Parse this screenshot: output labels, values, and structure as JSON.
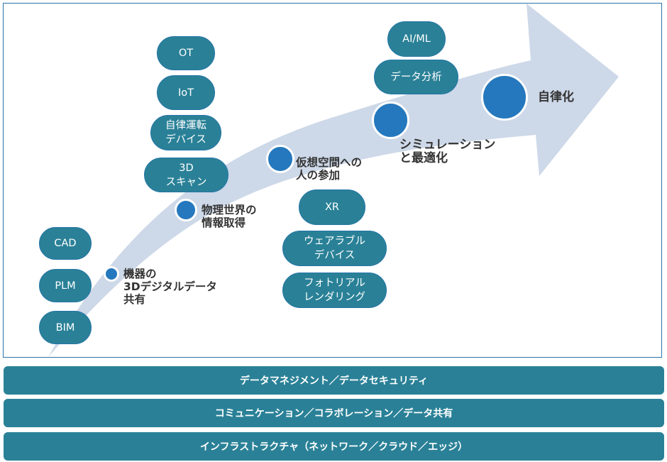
{
  "diagram": {
    "stages": [
      {
        "id": "stage1",
        "label": "機器の\n3Dデジタルデータ\n共有"
      },
      {
        "id": "stage2",
        "label": "物理世界の\n情報取得"
      },
      {
        "id": "stage3",
        "label": "仮想空間への\n人の参加"
      },
      {
        "id": "stage4",
        "label": "シミュレーション\nと最適化"
      },
      {
        "id": "stage5",
        "label": "自律化"
      }
    ],
    "technologies": {
      "group1": [
        "CAD",
        "PLM",
        "BIM"
      ],
      "group2": [
        "OT",
        "IoT",
        "自律運転\nデバイス",
        "3D\nスキャン"
      ],
      "group3": [
        "XR",
        "ウェアラブル\nデバイス",
        "フォトリアル\nレンダリング"
      ],
      "group4": [
        "AI/ML",
        "データ分析"
      ]
    },
    "foundation_layers": [
      "データマネジメント／データセキュリティ",
      "コミュニケーション／コラボレーション／データ共有",
      "インフラストラクチャ（ネットワーク／クラウド／エッジ）"
    ],
    "colors": {
      "arrow": "#cdd8e8",
      "pill": "#2a8197",
      "dot": "#2578bd",
      "frame": "#2a74a8",
      "label": "#333333"
    }
  }
}
